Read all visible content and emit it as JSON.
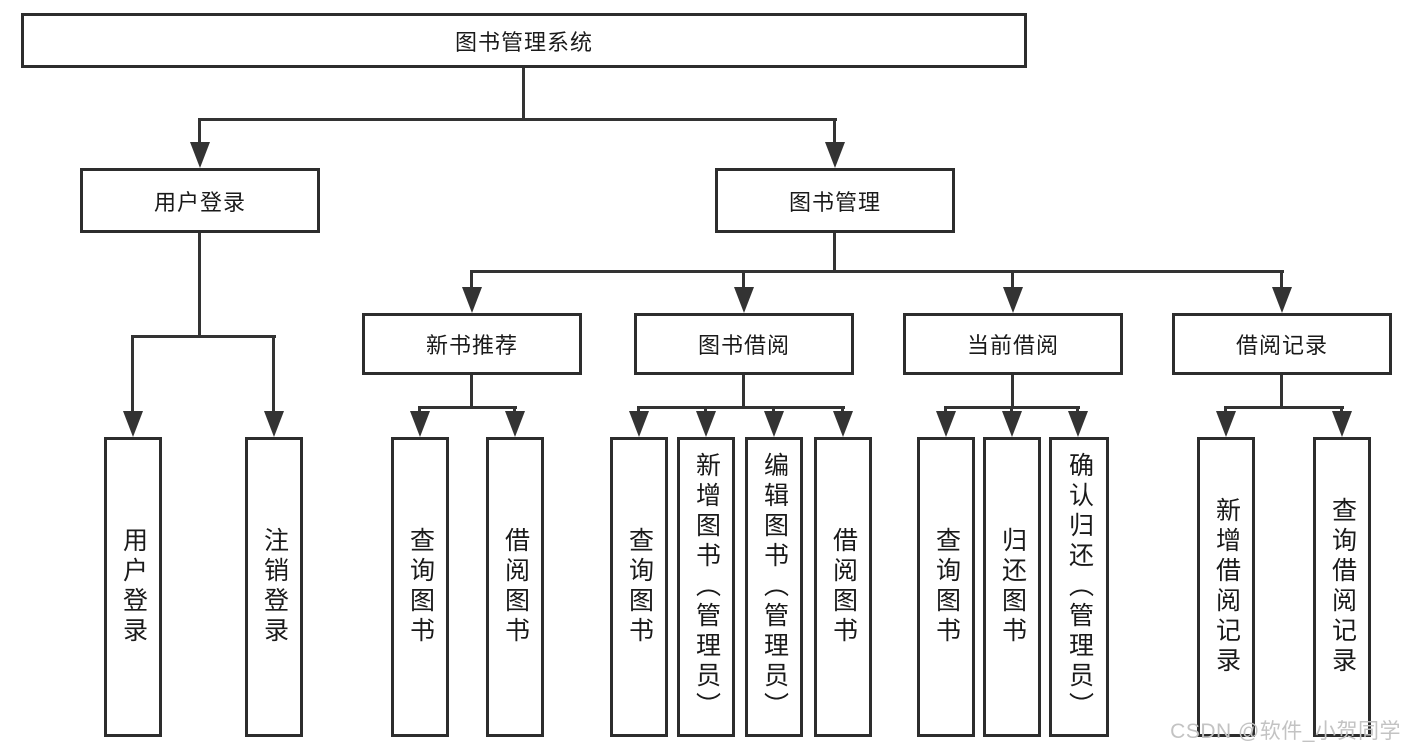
{
  "diagram_type": "hierarchy-tree",
  "tree": {
    "root": {
      "label": "图书管理系统"
    },
    "children": [
      {
        "label": "用户登录",
        "children": [
          {
            "label": "用户登录"
          },
          {
            "label": "注销登录"
          }
        ]
      },
      {
        "label": "图书管理",
        "children": [
          {
            "label": "新书推荐",
            "children": [
              {
                "label": "查询图书"
              },
              {
                "label": "借阅图书"
              }
            ]
          },
          {
            "label": "图书借阅",
            "children": [
              {
                "label": "查询图书"
              },
              {
                "label": "新增图书（管理员）"
              },
              {
                "label": "编辑图书（管理员）"
              },
              {
                "label": "借阅图书"
              }
            ]
          },
          {
            "label": "当前借阅",
            "children": [
              {
                "label": "查询图书"
              },
              {
                "label": "归还图书"
              },
              {
                "label": "确认归还（管理员）"
              }
            ]
          },
          {
            "label": "借阅记录",
            "children": [
              {
                "label": "新增借阅记录"
              },
              {
                "label": "查询借阅记录"
              }
            ]
          }
        ]
      }
    ]
  },
  "watermark": {
    "text": "CSDN @软件_小贺同学"
  },
  "colors": {
    "line": "#333333",
    "border": "#2d2d2d",
    "text": "#1a1a1a",
    "watermark": "#c3c3c3",
    "bg": "#ffffff"
  }
}
